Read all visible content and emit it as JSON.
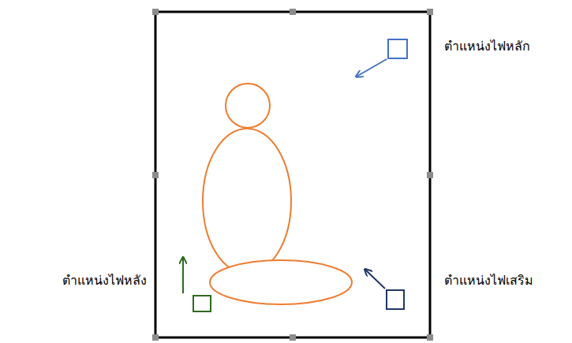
{
  "diagram": {
    "labels": [
      "ตำแหน่งไฟหลัก",
      "ตำแหน่งไฟหลัง",
      "ตำแหน่งไฟเสริม"
    ]
  }
}
